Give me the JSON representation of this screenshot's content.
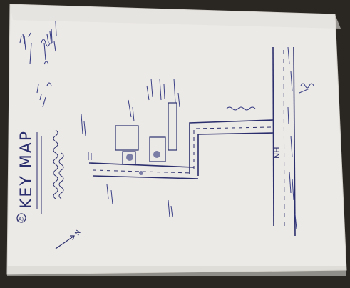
{
  "map": {
    "title": "KEY MAP",
    "circled_mark": "(A)",
    "highway_label": "NH",
    "north_label": "N",
    "colors": {
      "paper": "#eceae6",
      "ink": "#2c2f6e",
      "photo_frame": "#2a2622"
    },
    "icons": [
      "north-arrow-icon",
      "road-strip-icon",
      "building-plot-icon",
      "tree-icon"
    ]
  }
}
